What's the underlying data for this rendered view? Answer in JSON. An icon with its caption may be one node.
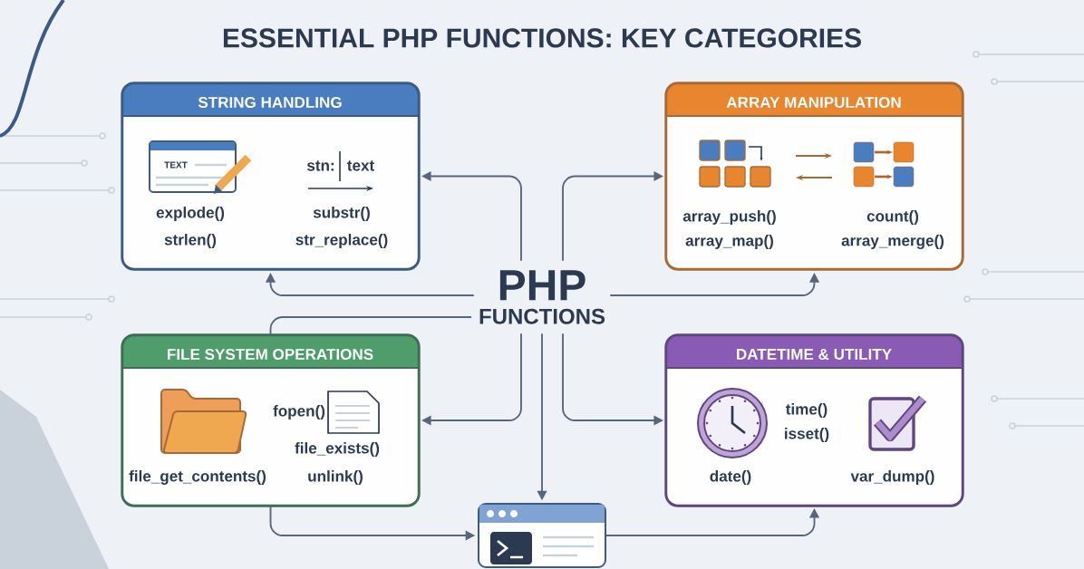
{
  "diagram": {
    "title": "ESSENTIAL PHP FUNCTIONS: KEY CATEGORIES",
    "nodes": [
      {
        "text": [
          "PHP",
          "FUNCTIONS"
        ]
      },
      {
        "text": [
          "STRING HANDLING",
          "TEXT",
          "stn:",
          "text",
          "explode()",
          "substr()",
          "strlen()",
          "str_replace()"
        ]
      },
      {
        "text": [
          "ARRAY MANIPULATION",
          "array_push()",
          "count()",
          "array_map()",
          "array_merge()"
        ]
      },
      {
        "text": [
          "FILE SYSTEM OPERATIONS",
          "fopen()",
          "file_exists()",
          "file_get_contents()",
          "unlink()"
        ]
      },
      {
        "text": [
          "DATETIME & UTILITY",
          "time()",
          "isset()",
          "date()",
          "var_dump()"
        ]
      },
      {
        "text": [],
        "shape": "picture"
      }
    ],
    "edges": [
      {
        "from": 0,
        "to": 1,
        "arrow": "to"
      },
      {
        "from": 0,
        "to": 2,
        "arrow": "to"
      },
      {
        "from": 0,
        "to": 3,
        "arrow": "to"
      },
      {
        "from": 0,
        "to": 4,
        "arrow": "to"
      },
      {
        "from": 0,
        "to": 5,
        "arrow": "to"
      },
      {
        "from": 0,
        "to": 1,
        "arrow": "to"
      },
      {
        "from": 0,
        "to": 2,
        "arrow": "to"
      },
      {
        "from": 3,
        "to": 0,
        "arrow": "none"
      },
      {
        "from": 3,
        "to": 5,
        "arrow": "to"
      },
      {
        "from": 5,
        "to": 4,
        "arrow": "to"
      }
    ]
  }
}
